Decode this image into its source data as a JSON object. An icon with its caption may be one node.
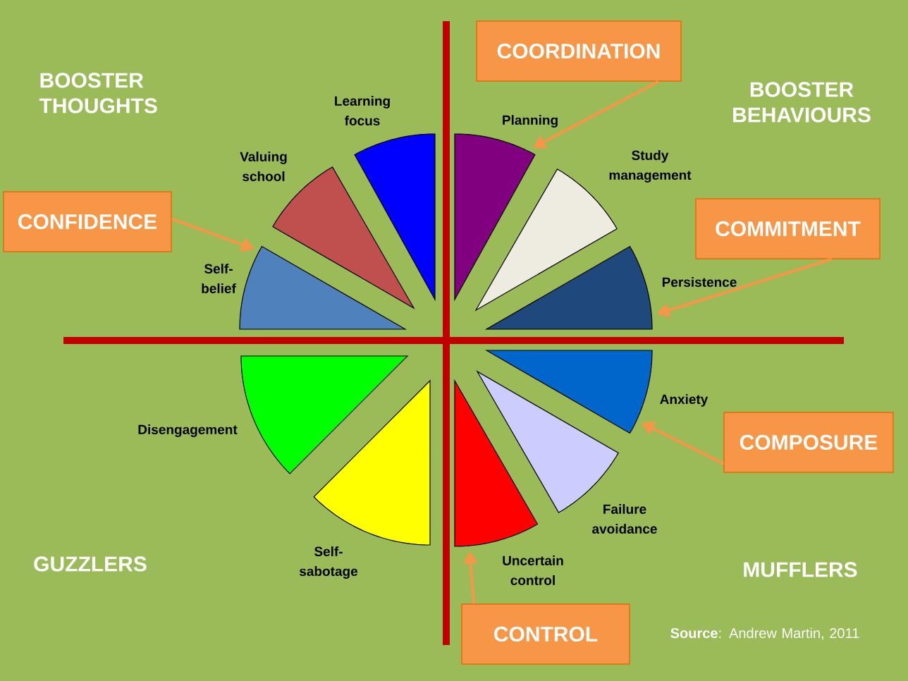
{
  "diagram": {
    "nodes": [
      {
        "text": [
          "COORDINATION"
        ]
      },
      {
        "text": [
          "CONFIDENCE"
        ]
      },
      {
        "text": [
          "COMMITMENT"
        ]
      },
      {
        "text": [
          "COMPOSURE"
        ]
      },
      {
        "text": [
          "CONTROL"
        ]
      },
      {
        "text": [],
        "shape": "wedge",
        "beside": [
          "Learning focus"
        ]
      },
      {
        "text": [],
        "shape": "wedge",
        "beside": [
          "Planning"
        ]
      },
      {
        "text": [],
        "shape": "wedge",
        "beside": [
          "Valuing school"
        ]
      },
      {
        "text": [],
        "shape": "wedge",
        "beside": [
          "Study management"
        ]
      },
      {
        "text": [],
        "shape": "wedge",
        "beside": [
          "Self-belief"
        ]
      },
      {
        "text": [],
        "shape": "wedge",
        "beside": [
          "Persistence"
        ]
      },
      {
        "text": [],
        "shape": "wedge",
        "beside": [
          "Anxiety"
        ]
      },
      {
        "text": [],
        "shape": "wedge",
        "beside": [
          "Disengagement"
        ]
      },
      {
        "text": [],
        "shape": "wedge",
        "beside": [
          "Failure avoidance"
        ]
      },
      {
        "text": [],
        "shape": "wedge",
        "beside": [
          "Self-sabotage"
        ]
      },
      {
        "text": [],
        "shape": "wedge",
        "beside": [
          "Uncertain control"
        ]
      }
    ],
    "edges": [
      {
        "from": 0,
        "to": 6,
        "arrow": "to"
      },
      {
        "from": 1,
        "to": 9,
        "arrow": "to"
      },
      {
        "from": 2,
        "to": 10,
        "arrow": "to"
      },
      {
        "from": 3,
        "to": 11,
        "arrow": "to"
      },
      {
        "from": 4,
        "to": 15,
        "arrow": "to"
      }
    ],
    "labels": [
      "BOOSTER THOUGHTS",
      "BOOSTER BEHAVIOURS",
      "GUZZLERS",
      "MUFFLERS",
      "**Source**: Andrew Martin, 2011"
    ]
  }
}
